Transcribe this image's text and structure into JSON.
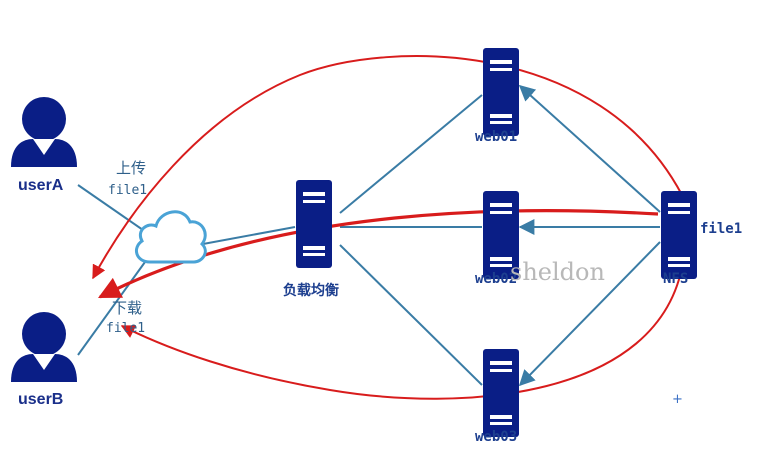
{
  "users": {
    "user_a": "userA",
    "user_b": "userB"
  },
  "servers": {
    "load_balancer": "负载均衡",
    "web01": "web01",
    "web02": "web02",
    "web03": "web03",
    "nfs": "NFS"
  },
  "annotations": {
    "upload_action": "上传",
    "upload_file": "file1",
    "download_action": "下载",
    "download_file": "file1",
    "nfs_file": "file1",
    "watermark": "sheldon",
    "cursor_mark": "+"
  },
  "colors": {
    "icon_navy": "#0a1e86",
    "connector_blue": "#3a7ca5",
    "flow_red": "#d81c1c",
    "cloud_outline": "#4aa3d6"
  },
  "icons": {
    "user": "user-icon",
    "server": "server-icon",
    "cloud": "cloud-icon"
  }
}
